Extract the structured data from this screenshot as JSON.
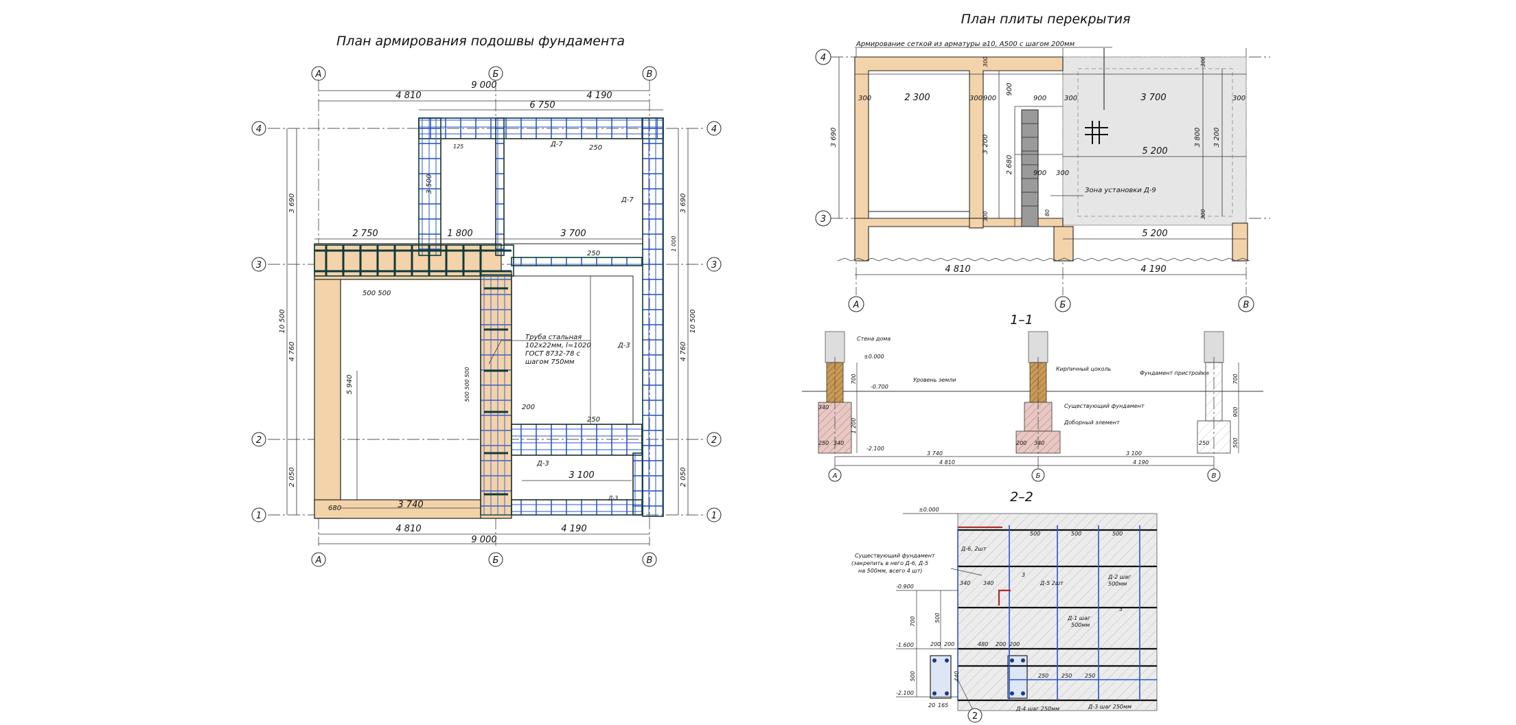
{
  "titles": {
    "foundation_plan": "План армирования подошвы фундамента",
    "slab_plan": "План плиты перекрытия",
    "section_1": "1–1",
    "section_2": "2–2"
  },
  "axes": {
    "a": "А",
    "b": "Б",
    "v": "В",
    "one": "1",
    "two": "2",
    "three": "3",
    "four": "4",
    "section_mark": "2"
  },
  "foundation": {
    "d_9000": "9 000",
    "d_4810": "4 810",
    "d_4190": "4 190",
    "d_6750": "6 750",
    "d_2750": "2 750",
    "d_1800": "1 800",
    "d_3700": "3 700",
    "d_3740": "3 740",
    "d_3100": "3 100",
    "d_3690": "3 690",
    "d_10500": "10 500",
    "d_4760": "4 760",
    "d_2050": "2 050",
    "d_3500": "3 500",
    "d_5940": "5 940",
    "d_500": "500",
    "d_250": "250",
    "d_200": "200",
    "d_125": "125",
    "d_1000": "1 000",
    "d_680": "680",
    "d_500_500": "500   500",
    "d_500v": "500  500  500",
    "mark_d7": "Д-7",
    "mark_d3": "Д-3",
    "pipe_note_1": "Труба стальная",
    "pipe_note_2": "102х22мм, l=1020",
    "pipe_note_3": "ГОСТ 8732-78 с",
    "pipe_note_4": "шагом 750мм"
  },
  "slab": {
    "note": "Армирование сеткой из арматуры ⌀10, А500 с шагом 200мм",
    "d_2300": "2 300",
    "d_300": "300",
    "d_900": "900",
    "d_3700": "3 700",
    "d_5200": "5 200",
    "d_3200": "3 200",
    "d_3800": "3 800",
    "d_3690": "3 690",
    "d_2680": "2 680",
    "d_80": "80",
    "d_4810": "4 810",
    "d_4190": "4 190",
    "zone": "Зона установки Д-9"
  },
  "sec1": {
    "house_wall": "Стена дома",
    "ground": "Уровень земли",
    "plinth": "Кирпичный цоколь",
    "ext_found": "Фундамент пристройки",
    "exist_found": "Существующий фундамент",
    "add_elem": "Доборный элемент",
    "lvl_0": "±0.000",
    "lvl_700": "-0.700",
    "lvl_2100": "-2.100",
    "d_700": "700",
    "d_1200": "1 200",
    "d_900": "900",
    "d_500": "500",
    "d_3740": "3 740",
    "d_3100": "3 100",
    "d_4810": "4 810",
    "d_4190": "4 190",
    "d_250": "250",
    "d_340": "340",
    "d_200": "200"
  },
  "sec2": {
    "lvl_0": "±0.000",
    "lvl_900": "-0.900",
    "lvl_1600": "-1.600",
    "lvl_2100": "-2.100",
    "note_1": "Существующий фундамент",
    "note_2": "(закрепить в него Д-6, Д-5",
    "note_3": "на 500мм, всего 4 шт)",
    "d6": "Д-6, 2шт",
    "d5": "Д-5 2шт",
    "d2_1": "Д-2 шаг",
    "d2_2": "500мм",
    "d1_1": "Д-1 шаг",
    "d1_2": "500мм",
    "d4": "Д-4 шаг 250мм",
    "d3": "Д-3 шаг 250мм",
    "mark3": "3",
    "d_500": "500",
    "d_340": "340",
    "d_700": "700",
    "d_200": "200",
    "d_480": "480",
    "d_440": "440",
    "d_250": "250",
    "d_20": "20",
    "d_165": "165"
  },
  "colors": {
    "concrete": "#f3d3aa",
    "rebar": "#2a55c8",
    "rebar_dark": "#0e3a3a",
    "slab_fill": "#e6e6e6",
    "hatch_found": "#e9c7c2",
    "hatch_plinth": "#c99a55"
  }
}
